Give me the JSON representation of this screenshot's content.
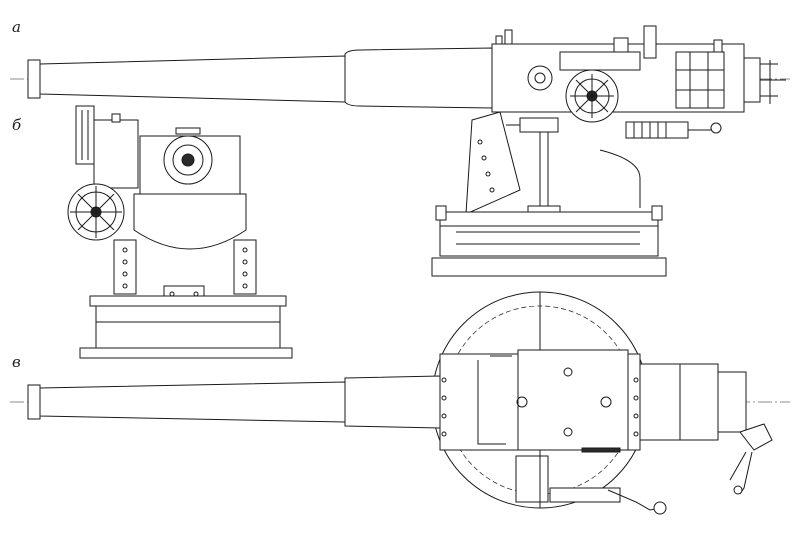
{
  "views": {
    "side": {
      "label": "а"
    },
    "front": {
      "label": "б"
    },
    "top": {
      "label": "в"
    }
  },
  "colors": {
    "line": "#1a1a1a",
    "background": "#ffffff"
  }
}
